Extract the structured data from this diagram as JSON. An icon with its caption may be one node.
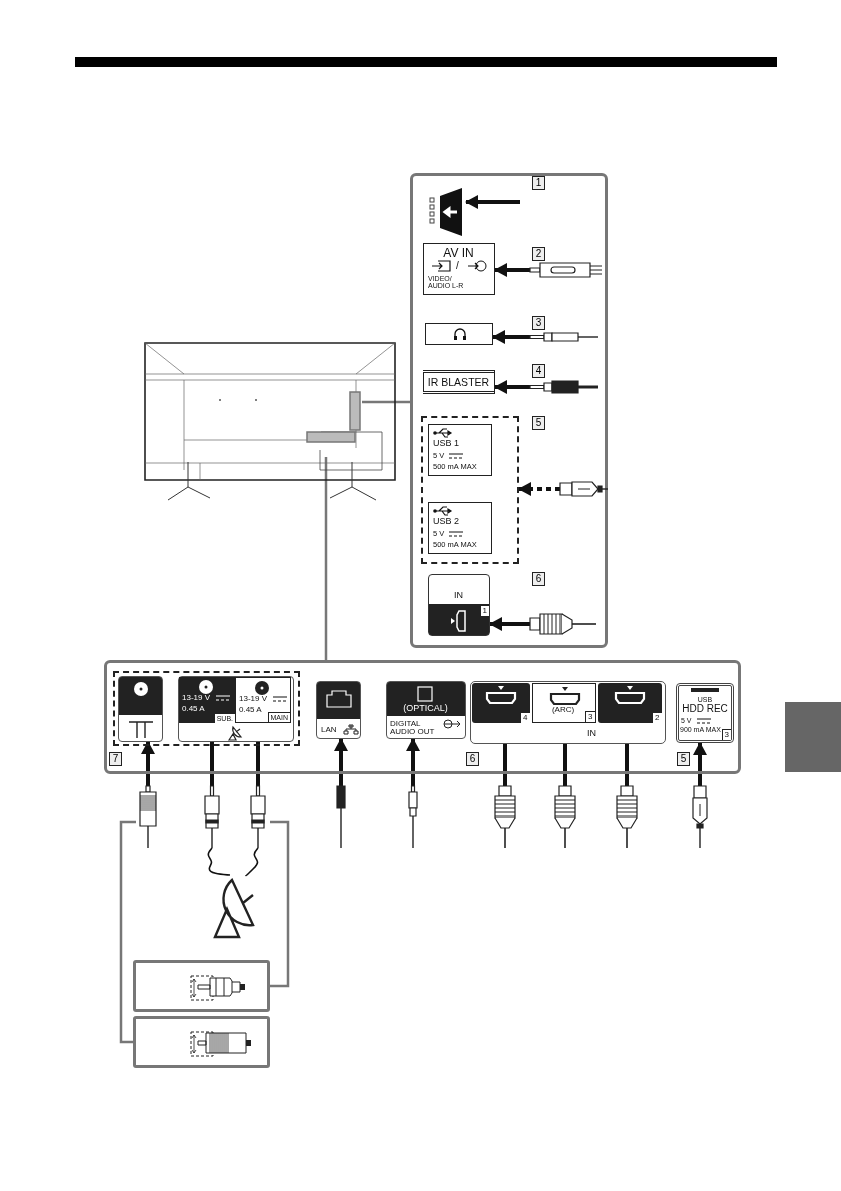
{
  "diagram": {
    "nodes": [
      {
        "text": [],
        "shape": "picture"
      },
      {
        "text": [],
        "shape": "box"
      },
      {
        "text": [],
        "shape": "picture",
        "in": 1
      },
      {
        "text": [
          "AV IN",
          "/",
          "VIDEO/ AUDIO L-R"
        ],
        "in": 1
      },
      {
        "text": [],
        "shape": "box",
        "in": 1
      },
      {
        "text": [
          "IR BLASTER"
        ],
        "in": 1
      },
      {
        "text": [],
        "shape": "box",
        "in": 1
      },
      {
        "text": [
          "USB 1",
          "5 V",
          "500 mA MAX"
        ],
        "in": 6
      },
      {
        "text": [
          "USB 2",
          "5 V",
          "500 mA MAX"
        ],
        "in": 6
      },
      {
        "text": [
          "IN",
          "1"
        ],
        "in": 1
      },
      {
        "text": [],
        "shape": "box"
      },
      {
        "text": [],
        "shape": "box",
        "in": 10
      },
      {
        "text": [],
        "shape": "box",
        "in": 11
      },
      {
        "text": [],
        "shape": "box",
        "in": 11
      },
      {
        "text": [
          "13-19 V",
          "0.45 A",
          "SUB."
        ],
        "in": 13
      },
      {
        "text": [
          "13-19 V",
          "0.45 A",
          "MAIN"
        ],
        "in": 13
      },
      {
        "text": [
          "LAN"
        ],
        "in": 10
      },
      {
        "text": [
          "(OPTICAL)",
          "DIGITAL AUDIO OUT"
        ],
        "in": 10
      },
      {
        "text": [
          "IN"
        ],
        "in": 10
      },
      {
        "text": [
          "4"
        ],
        "in": 18
      },
      {
        "text": [
          "(ARC)",
          "3"
        ],
        "in": 18
      },
      {
        "text": [
          "2"
        ],
        "in": 18
      },
      {
        "text": [
          "USB",
          "HDD REC",
          "5 V",
          "900 mA MAX",
          "3"
        ],
        "in": 10
      },
      {
        "text": [],
        "shape": "picture",
        "in": 1
      },
      {
        "text": [],
        "shape": "picture",
        "in": 1
      },
      {
        "text": [],
        "shape": "picture",
        "in": 1
      },
      {
        "text": [],
        "shape": "picture",
        "in": 1
      },
      {
        "text": [],
        "shape": "picture",
        "in": 1
      },
      {
        "text": [],
        "shape": "picture"
      },
      {
        "text": [],
        "shape": "picture"
      },
      {
        "text": [],
        "shape": "picture"
      },
      {
        "text": [],
        "shape": "picture"
      },
      {
        "text": [],
        "shape": "picture"
      },
      {
        "text": [],
        "shape": "picture"
      },
      {
        "text": [],
        "shape": "picture"
      },
      {
        "text": [],
        "shape": "picture"
      },
      {
        "text": [],
        "shape": "picture"
      },
      {
        "text": [],
        "shape": "picture"
      },
      {
        "text": [],
        "shape": "box"
      },
      {
        "text": [],
        "shape": "box"
      }
    ],
    "edges": [
      {
        "from": 0,
        "to": 1,
        "arrow": "none",
        "color": "#777777"
      },
      {
        "from": 0,
        "to": 10,
        "arrow": "none",
        "color": "#777777"
      },
      {
        "from": null,
        "to": 2,
        "arrow": "to"
      },
      {
        "from": 23,
        "to": 3,
        "arrow": "to"
      },
      {
        "from": 24,
        "to": 4,
        "arrow": "to"
      },
      {
        "from": 25,
        "to": 5,
        "arrow": "to"
      },
      {
        "from": 26,
        "to": 6,
        "arrow": "to",
        "style": "dashed"
      },
      {
        "from": 27,
        "to": 9,
        "arrow": "to"
      },
      {
        "from": 28,
        "to": 12,
        "arrow": "to"
      },
      {
        "from": 29,
        "to": 14,
        "arrow": "to"
      },
      {
        "from": 30,
        "to": 15,
        "arrow": "to"
      },
      {
        "from": 31,
        "to": 16,
        "arrow": "to"
      },
      {
        "from": 32,
        "to": 17,
        "arrow": "to"
      },
      {
        "from": 33,
        "to": 19,
        "arrow": "to"
      },
      {
        "from": 34,
        "to": 20,
        "arrow": "to"
      },
      {
        "from": 35,
        "to": 21,
        "arrow": "to"
      },
      {
        "from": 36,
        "to": 22,
        "arrow": "to"
      },
      {
        "from": 29,
        "to": 37,
        "arrow": "none"
      },
      {
        "from": 30,
        "to": 37,
        "arrow": "none"
      },
      {
        "from": 30,
        "to": 38,
        "arrow": "none",
        "color": "#777777"
      },
      {
        "from": 28,
        "to": 39,
        "arrow": "none",
        "color": "#777777"
      }
    ],
    "labels": [
      "1",
      "2",
      "3",
      "4",
      "5",
      "6",
      "7",
      "6",
      "5"
    ]
  }
}
